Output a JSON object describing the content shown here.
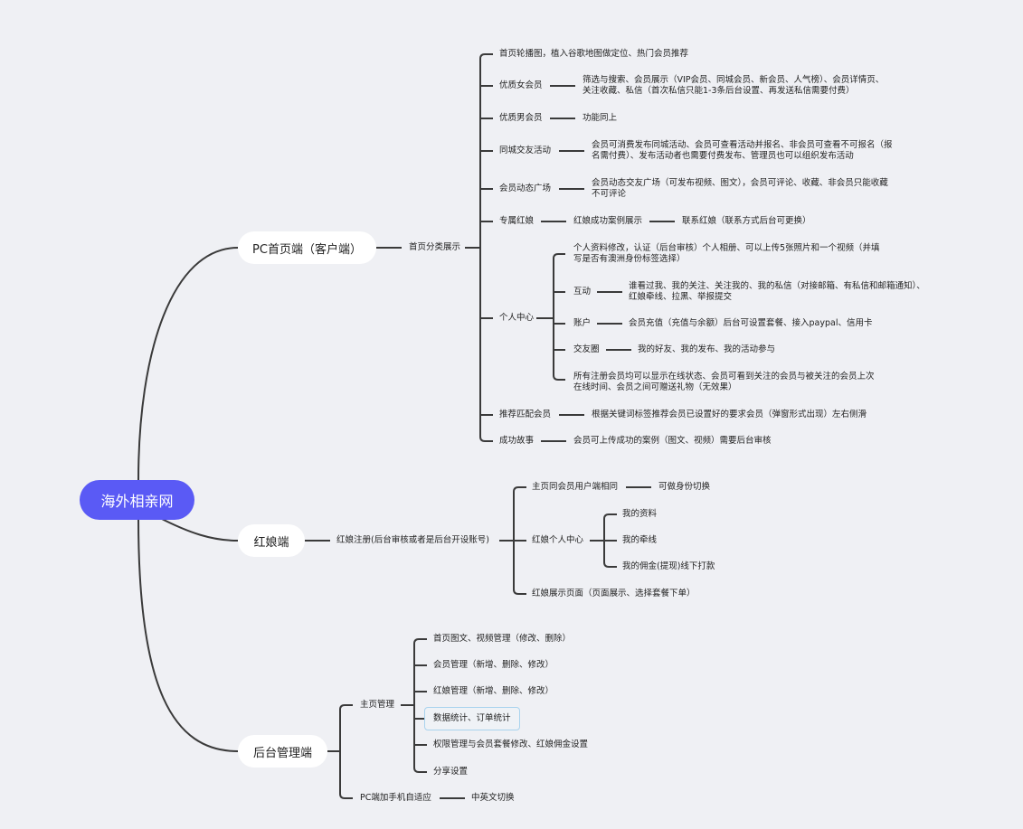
{
  "root": "海外相亲网",
  "pc": {
    "label": "PC首页端（客户端）",
    "category": "首页分类展示",
    "items": {
      "carousel": "首页轮播图，植入谷歌地图做定位、热门会员推荐",
      "female": {
        "label": "优质女会员",
        "detail1": "筛选与搜索、会员展示（VIP会员、同城会员、新会员、人气榜）、会员详情页、",
        "detail2": "关注收藏、私信（首次私信只能1-3条后台设置、再发送私信需要付费）"
      },
      "male": {
        "label": "优质男会员",
        "detail": "功能同上"
      },
      "activity": {
        "label": "同城交友活动",
        "detail1": "会员可消费发布同城活动、会员可查看活动并报名、非会员可查看不可报名（报",
        "detail2": "名需付费）、发布活动者也需要付费发布、管理员也可以组织发布活动"
      },
      "square": {
        "label": "会员动态广场",
        "detail1": "会员动态交友广场（可发布视频、图文），会员可评论、收藏、非会员只能收藏",
        "detail2": "不可评论"
      },
      "matchmaker": {
        "label": "专属红娘",
        "case": "红娘成功案例展示",
        "contact": "联系红娘（联系方式后台可更换）"
      },
      "center": {
        "label": "个人中心",
        "profile1": "个人资料修改，认证（后台审核）个人相册、可以上传5张照片和一个视频（并填",
        "profile2": "写是否有澳洲身份标签选择）",
        "interact": {
          "label": "互动",
          "detail1": "谁看过我、我的关注、关注我的、我的私信（对接邮箱、有私信和邮箱通知）、",
          "detail2": "红娘牵线、拉黑、举报提交"
        },
        "account": {
          "label": "账户",
          "detail": "会员充值（充值与余额）后台可设置套餐、接入paypal、信用卡"
        },
        "circle": {
          "label": "交友圈",
          "detail": "我的好友、我的发布、我的活动参与"
        },
        "online1": "所有注册会员均可以显示在线状态、会员可看到关注的会员与被关注的会员上次",
        "online2": "在线时间、会员之间可赠送礼物（无效果）"
      },
      "recommend": {
        "label": "推荐匹配会员",
        "detail": "根据关键词标签推荐会员已设置好的要求会员（弹窗形式出现）左右侧滑"
      },
      "story": {
        "label": "成功故事",
        "detail": "会员可上传成功的案例（图文、视频）需要后台审核"
      }
    }
  },
  "hongniang": {
    "label": "红娘端",
    "register": "红娘注册(后台审核或者是后台开设账号)",
    "home": {
      "label": "主页同会员用户端相同",
      "detail": "可做身份切换"
    },
    "center": {
      "label": "红娘个人中心",
      "items": [
        "我的资料",
        "我的牵线",
        "我的佣金(提现)线下打款"
      ]
    },
    "display": "红娘展示页面（页面展示、选择套餐下单）"
  },
  "admin": {
    "label": "后台管理端",
    "home": {
      "label": "主页管理",
      "items": [
        "首页图文、视频管理（修改、删除）",
        "会员管理（新增、删除、修改）",
        "红娘管理（新增、删除、修改）",
        "数据统计、订单统计",
        "权限管理与会员套餐修改、红娘佣金设置",
        "分享设置"
      ]
    },
    "responsive": {
      "label": "PC端加手机自适应",
      "detail": "中英文切换"
    }
  },
  "colors": {
    "root": "#5a5af5",
    "line": "#3a3a3a",
    "background": "#eff0f4",
    "selected_border": "#a9d3ee"
  }
}
